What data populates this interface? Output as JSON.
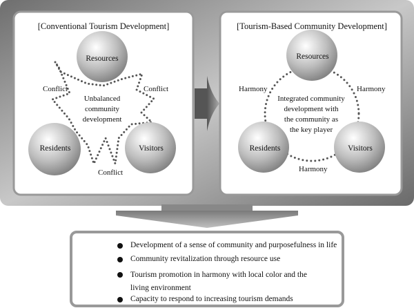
{
  "left_panel": {
    "title": "[Conventional Tourism Development]",
    "nodes": [
      "Resources",
      "Residents",
      "Visitors"
    ],
    "center_text": [
      "Unbalanced",
      "community",
      "development"
    ],
    "relations": [
      "Conflict",
      "Conflict",
      "Conflict"
    ]
  },
  "right_panel": {
    "title": "[Tourism-Based Community Development]",
    "nodes": [
      "Resources",
      "Residents",
      "Visitors"
    ],
    "center_text": [
      "Integrated community",
      "development with",
      "the community as",
      "the key player"
    ],
    "relations": [
      "Harmony",
      "Harmony",
      "Harmony"
    ]
  },
  "outcomes": [
    "Development of a sense of community and purposefulness in life",
    "Community revitalization through resource use",
    "Tourism promotion in harmony with local color and the living environment",
    "Capacity to respond to increasing tourism demands"
  ],
  "colors": {
    "frame": "#8a8a8a",
    "panel": "#ffffff",
    "dots": "#555555"
  }
}
